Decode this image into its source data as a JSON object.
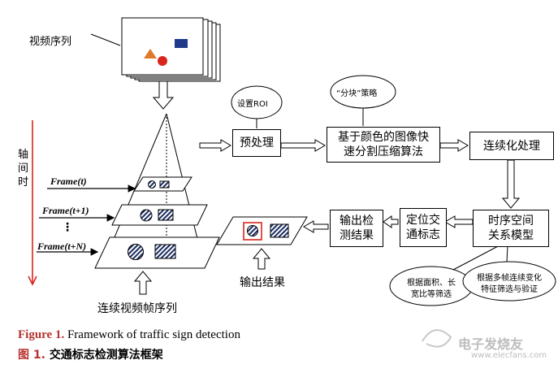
{
  "video_sequence_label": "视频序列",
  "time_axis_label": "轴\n间\n时",
  "frames": [
    "Frame(t)",
    "Frame(t+1)",
    "⋮",
    "Frame(t+N)"
  ],
  "continuous_frames_label": "连续视频帧序列",
  "roi_bubble": "设置ROI",
  "block_bubble": "“分块”策略",
  "preprocess": "预处理",
  "compression": "基于颜色的图像快\n速分割压缩算法",
  "continuous_processing": "连续化处理",
  "spatiotemporal": "时序空间\n关系模型",
  "locate": "定位交\n通标志",
  "output_detect": "输出检\n测结果",
  "output_result": "输出结果",
  "filter_area": "根据面积、长\n宽比等筛选",
  "filter_multi": "根据多帧连续变化\n特征筛选与验证",
  "caption_en_prefix": "Figure 1.",
  "caption_en": "Framework of traffic sign detection",
  "caption_cn_prefix": "图 1.",
  "caption_cn": "交通标志检测算法框架",
  "watermark": "电子发烧友",
  "watermark_url": "www.elecfans.com",
  "colors": {
    "red": "#d9261c",
    "blue": "#1f3a8a",
    "orange": "#e07a2a",
    "caption_red": "#b8322f"
  }
}
